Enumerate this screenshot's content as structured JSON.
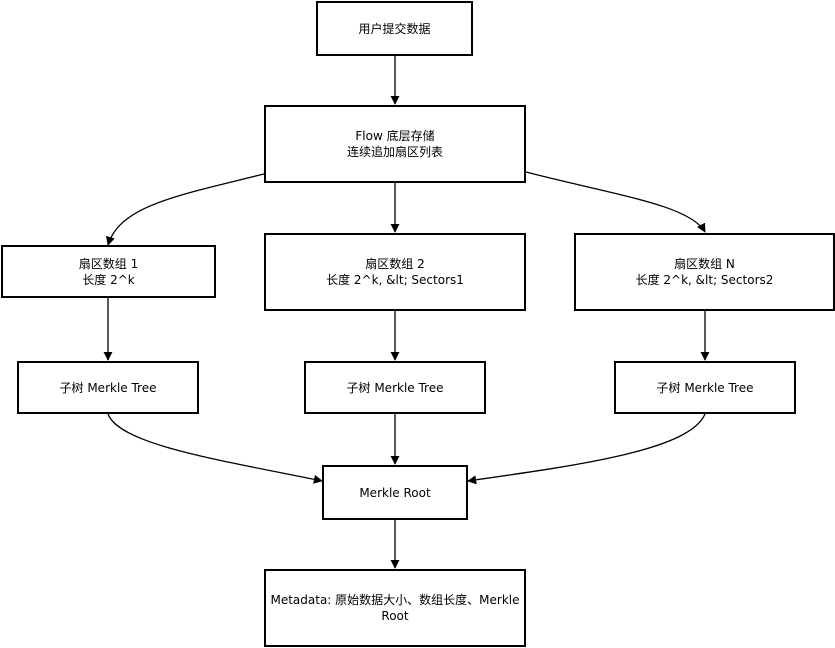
{
  "nodes": {
    "submit": {
      "lines": [
        "用户提交数据"
      ]
    },
    "flow": {
      "lines": [
        "Flow 底层存储",
        "连续追加扇区列表"
      ]
    },
    "sector1": {
      "lines": [
        "扇区数组 1",
        "长度 2^k"
      ]
    },
    "sector2": {
      "lines": [
        "扇区数组 2",
        "长度 2^k, &lt; Sectors1"
      ]
    },
    "sectorN": {
      "lines": [
        "扇区数组 N",
        "长度 2^k, &lt; Sectors2"
      ]
    },
    "subtree1": {
      "lines": [
        "子树 Merkle Tree"
      ]
    },
    "subtree2": {
      "lines": [
        "子树 Merkle Tree"
      ]
    },
    "subtreeN": {
      "lines": [
        "子树 Merkle Tree"
      ]
    },
    "root": {
      "lines": [
        "Merkle Root"
      ]
    },
    "metadata": {
      "lines": [
        "Metadata: 原始数据大小、数组长度、Merkle",
        "Root"
      ]
    }
  },
  "colors": {
    "stroke": "#000000",
    "fill": "#ffffff"
  }
}
